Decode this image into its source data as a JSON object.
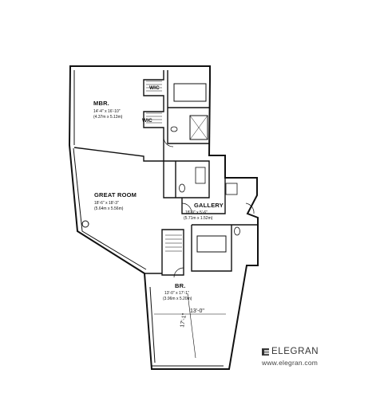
{
  "rooms": {
    "master": {
      "name": "MBR.",
      "dim_ft": "14'-4\" x 16'-10\"",
      "dim_m": "(4.37m x 5.13m)"
    },
    "great_room": {
      "name": "GREAT ROOM",
      "dim_ft": "18'-6\" x 18'-3\"",
      "dim_m": "(5.64m x 5.56m)"
    },
    "gallery": {
      "name": "GALLERY",
      "dim_ft": "18'-9\" x 5'-6\"",
      "dim_m": "(5.71m x 1.52m)"
    },
    "bedroom": {
      "name": "BR.",
      "dim_ft": "13'-0\" x 17'-1\"",
      "dim_m": "(3.96m x 5.20m)"
    }
  },
  "closets": {
    "wic_top": "WIC",
    "wic_bottom": "WIC"
  },
  "measurements": {
    "width": "13'-0\"",
    "depth": "17'-1\""
  },
  "brand": {
    "name": "ELEGRAN",
    "url": "www.elegran.com",
    "logo_icon": "elegran-logo-icon"
  }
}
